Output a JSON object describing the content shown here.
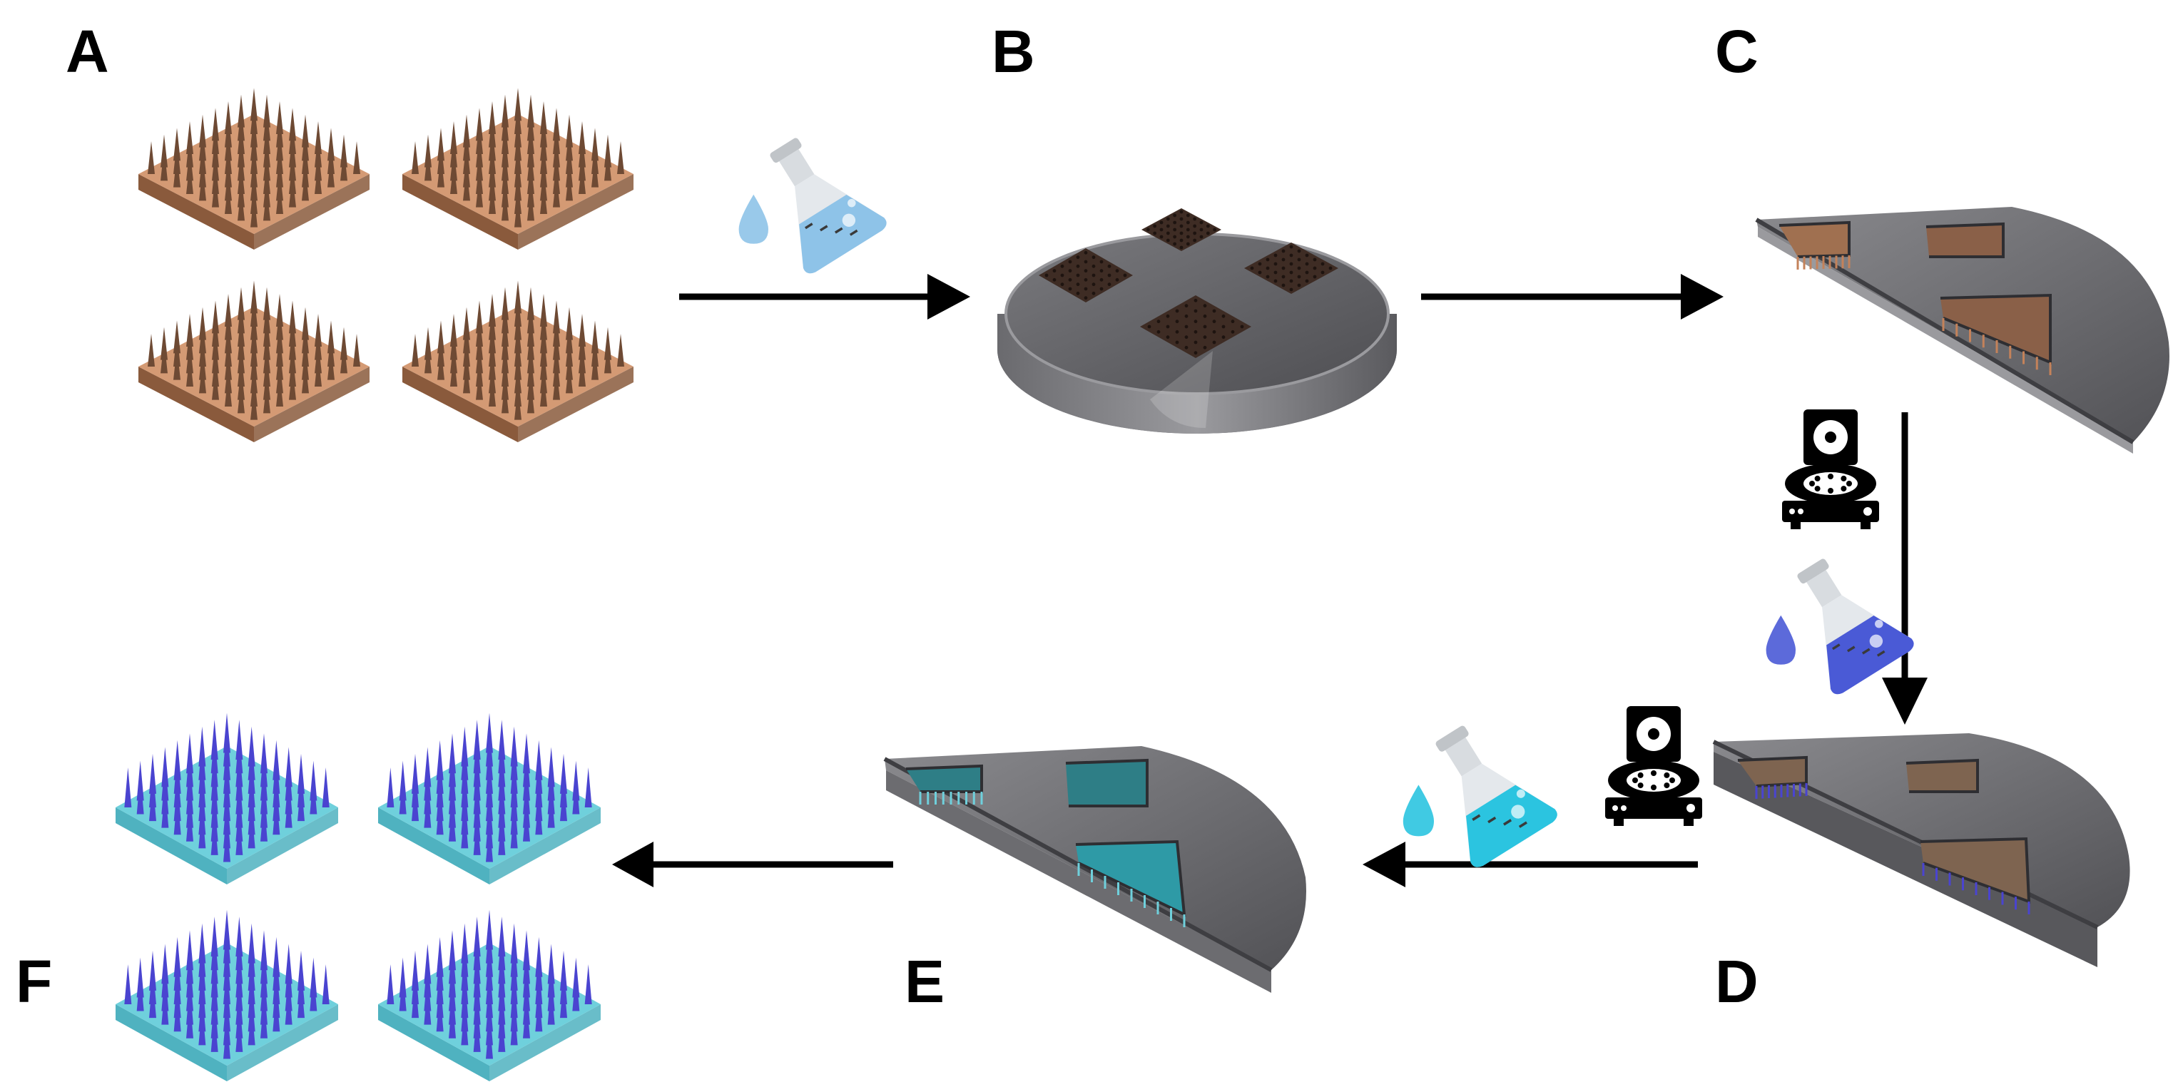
{
  "panels": {
    "a": "A",
    "b": "B",
    "c": "C",
    "d": "D",
    "e": "E",
    "f": "F"
  },
  "colors": {
    "bronze_array": "#d49a74",
    "bronze_dark": "#8a5a3c",
    "mold_gray": "#5e5e62",
    "mold_light": "#8c8c90",
    "cavity_brown": "#3e2c24",
    "needle_blue": "#4a44d0",
    "base_cyan": "#6fd0dc",
    "flask_light_blue": "#8ec3e8",
    "flask_dark_blue": "#4a5ad6",
    "flask_cyan": "#2bc4e0",
    "arrow": "#000000"
  },
  "icons": [
    "flask-with-droplets-icon",
    "centrifuge-icon"
  ]
}
